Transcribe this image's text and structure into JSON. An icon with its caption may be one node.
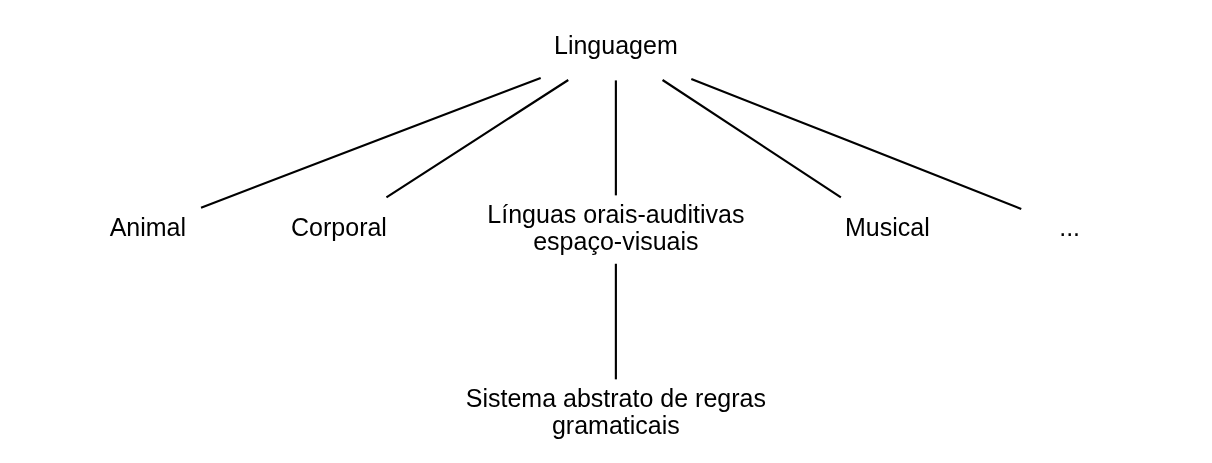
{
  "diagram": {
    "nodes": [
      {
        "text": [
          "Linguagem"
        ]
      },
      {
        "text": [
          "Animal"
        ]
      },
      {
        "text": [
          "Corporal"
        ]
      },
      {
        "text": [
          "Línguas orais-auditivas espaço-visuais"
        ]
      },
      {
        "text": [
          "Musical"
        ]
      },
      {
        "text": [
          "..."
        ]
      },
      {
        "text": [
          "Sistema abstrato de regras gramaticais"
        ]
      }
    ],
    "edges": [
      {
        "from": 0,
        "to": 1,
        "arrow": "none"
      },
      {
        "from": 0,
        "to": 2,
        "arrow": "none"
      },
      {
        "from": 0,
        "to": 3,
        "arrow": "none"
      },
      {
        "from": 0,
        "to": 4,
        "arrow": "none"
      },
      {
        "from": 0,
        "to": 5,
        "arrow": "none"
      },
      {
        "from": 3,
        "to": 6,
        "arrow": "none"
      }
    ]
  }
}
